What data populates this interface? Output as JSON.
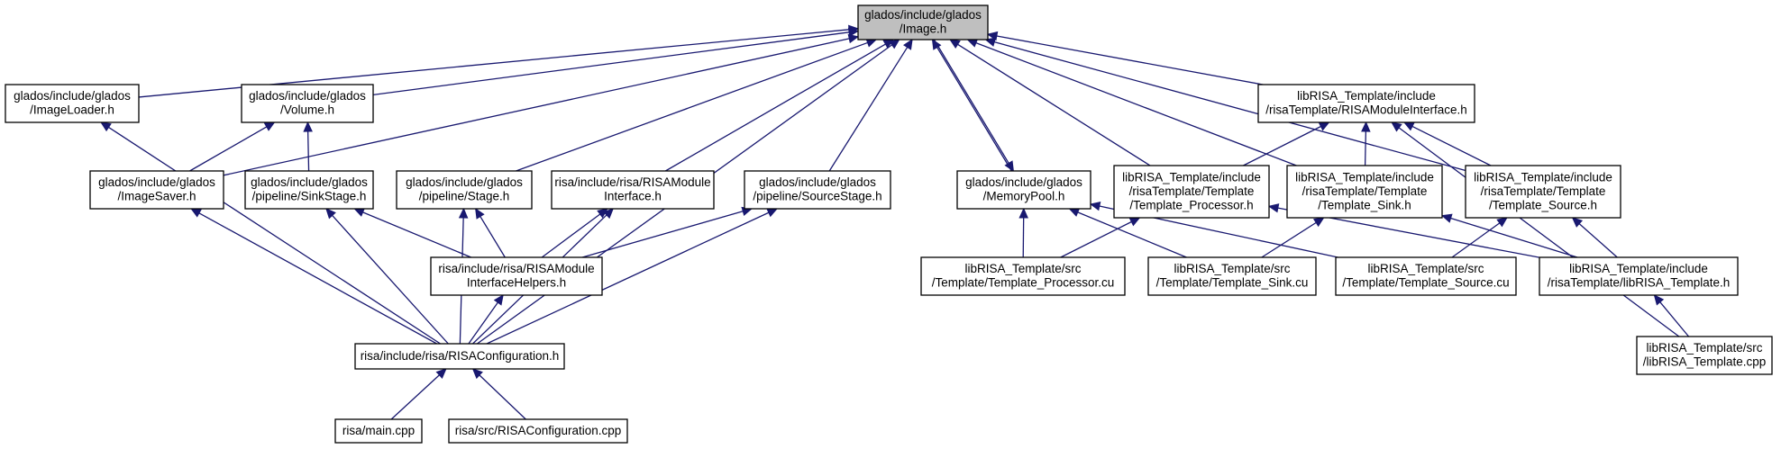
{
  "graph": {
    "title": "",
    "colors": {
      "edge": "#191970",
      "node_border": "#000000",
      "root_fill": "#bfbfbf",
      "node_fill": "#ffffff"
    },
    "nodes": [
      {
        "id": "image",
        "lines": [
          "glados/include/glados",
          "/Image.h"
        ],
        "root": true
      },
      {
        "id": "imageloader",
        "lines": [
          "glados/include/glados",
          "/ImageLoader.h"
        ]
      },
      {
        "id": "volume",
        "lines": [
          "glados/include/glados",
          "/Volume.h"
        ]
      },
      {
        "id": "moduleiface",
        "lines": [
          "libRISA_Template/include",
          "/risaTemplate/RISAModuleInterface.h"
        ]
      },
      {
        "id": "imagesaver",
        "lines": [
          "glados/include/glados",
          "/ImageSaver.h"
        ]
      },
      {
        "id": "sinkstage",
        "lines": [
          "glados/include/glados",
          "/pipeline/SinkStage.h"
        ]
      },
      {
        "id": "stage",
        "lines": [
          "glados/include/glados",
          "/pipeline/Stage.h"
        ]
      },
      {
        "id": "risamodiface",
        "lines": [
          "risa/include/risa/RISAModule",
          "Interface.h"
        ]
      },
      {
        "id": "sourcestage",
        "lines": [
          "glados/include/glados",
          "/pipeline/SourceStage.h"
        ]
      },
      {
        "id": "memorypool",
        "lines": [
          "glados/include/glados",
          "/MemoryPool.h"
        ]
      },
      {
        "id": "tplprocessor",
        "lines": [
          "libRISA_Template/include",
          "/risaTemplate/Template",
          "/Template_Processor.h"
        ]
      },
      {
        "id": "tplsink",
        "lines": [
          "libRISA_Template/include",
          "/risaTemplate/Template",
          "/Template_Sink.h"
        ]
      },
      {
        "id": "tplsource",
        "lines": [
          "libRISA_Template/include",
          "/risaTemplate/Template",
          "/Template_Source.h"
        ]
      },
      {
        "id": "helpers",
        "lines": [
          "risa/include/risa/RISAModule",
          "InterfaceHelpers.h"
        ]
      },
      {
        "id": "tplprocessorcu",
        "lines": [
          "libRISA_Template/src",
          "/Template/Template_Processor.cu"
        ]
      },
      {
        "id": "tplsinkcu",
        "lines": [
          "libRISA_Template/src",
          "/Template/Template_Sink.cu"
        ]
      },
      {
        "id": "tplsourcecu",
        "lines": [
          "libRISA_Template/src",
          "/Template/Template_Source.cu"
        ]
      },
      {
        "id": "librisah",
        "lines": [
          "libRISA_Template/include",
          "/risaTemplate/libRISA_Template.h"
        ]
      },
      {
        "id": "risaconfig",
        "lines": [
          "risa/include/risa/RISAConfiguration.h"
        ]
      },
      {
        "id": "librisacpp",
        "lines": [
          "libRISA_Template/src",
          "/libRISA_Template.cpp"
        ]
      },
      {
        "id": "maincpp",
        "lines": [
          "risa/main.cpp"
        ]
      },
      {
        "id": "risaconfigcpp",
        "lines": [
          "risa/src/RISAConfiguration.cpp"
        ]
      }
    ],
    "edges": [
      {
        "from": "imageloader",
        "to": "image"
      },
      {
        "from": "volume",
        "to": "image"
      },
      {
        "from": "moduleiface",
        "to": "image"
      },
      {
        "from": "imagesaver",
        "to": "image"
      },
      {
        "from": "stage",
        "to": "image"
      },
      {
        "from": "risamodiface",
        "to": "image"
      },
      {
        "from": "sourcestage",
        "to": "image"
      },
      {
        "from": "memorypool",
        "to": "image"
      },
      {
        "from": "image",
        "to": "memorypool"
      },
      {
        "from": "tplprocessor",
        "to": "image"
      },
      {
        "from": "tplsink",
        "to": "image"
      },
      {
        "from": "tplsource",
        "to": "image"
      },
      {
        "from": "risaconfig",
        "to": "image"
      },
      {
        "from": "risaconfig",
        "to": "imageloader"
      },
      {
        "from": "imagesaver",
        "to": "volume"
      },
      {
        "from": "sinkstage",
        "to": "volume"
      },
      {
        "from": "tplprocessor",
        "to": "moduleiface"
      },
      {
        "from": "tplsink",
        "to": "moduleiface"
      },
      {
        "from": "tplsource",
        "to": "moduleiface"
      },
      {
        "from": "librisacpp",
        "to": "moduleiface"
      },
      {
        "from": "risaconfig",
        "to": "imagesaver"
      },
      {
        "from": "helpers",
        "to": "sinkstage"
      },
      {
        "from": "risaconfig",
        "to": "sinkstage"
      },
      {
        "from": "helpers",
        "to": "stage"
      },
      {
        "from": "risaconfig",
        "to": "stage"
      },
      {
        "from": "helpers",
        "to": "risamodiface"
      },
      {
        "from": "risaconfig",
        "to": "risamodiface"
      },
      {
        "from": "helpers",
        "to": "sourcestage"
      },
      {
        "from": "risaconfig",
        "to": "sourcestage"
      },
      {
        "from": "tplprocessorcu",
        "to": "memorypool"
      },
      {
        "from": "tplsinkcu",
        "to": "memorypool"
      },
      {
        "from": "tplsourcecu",
        "to": "memorypool"
      },
      {
        "from": "tplprocessorcu",
        "to": "tplprocessor"
      },
      {
        "from": "librisah",
        "to": "tplprocessor"
      },
      {
        "from": "tplsinkcu",
        "to": "tplsink"
      },
      {
        "from": "librisah",
        "to": "tplsink"
      },
      {
        "from": "tplsourcecu",
        "to": "tplsource"
      },
      {
        "from": "librisah",
        "to": "tplsource"
      },
      {
        "from": "risaconfig",
        "to": "helpers"
      },
      {
        "from": "librisacpp",
        "to": "librisah"
      },
      {
        "from": "maincpp",
        "to": "risaconfig"
      },
      {
        "from": "risaconfigcpp",
        "to": "risaconfig"
      }
    ]
  }
}
